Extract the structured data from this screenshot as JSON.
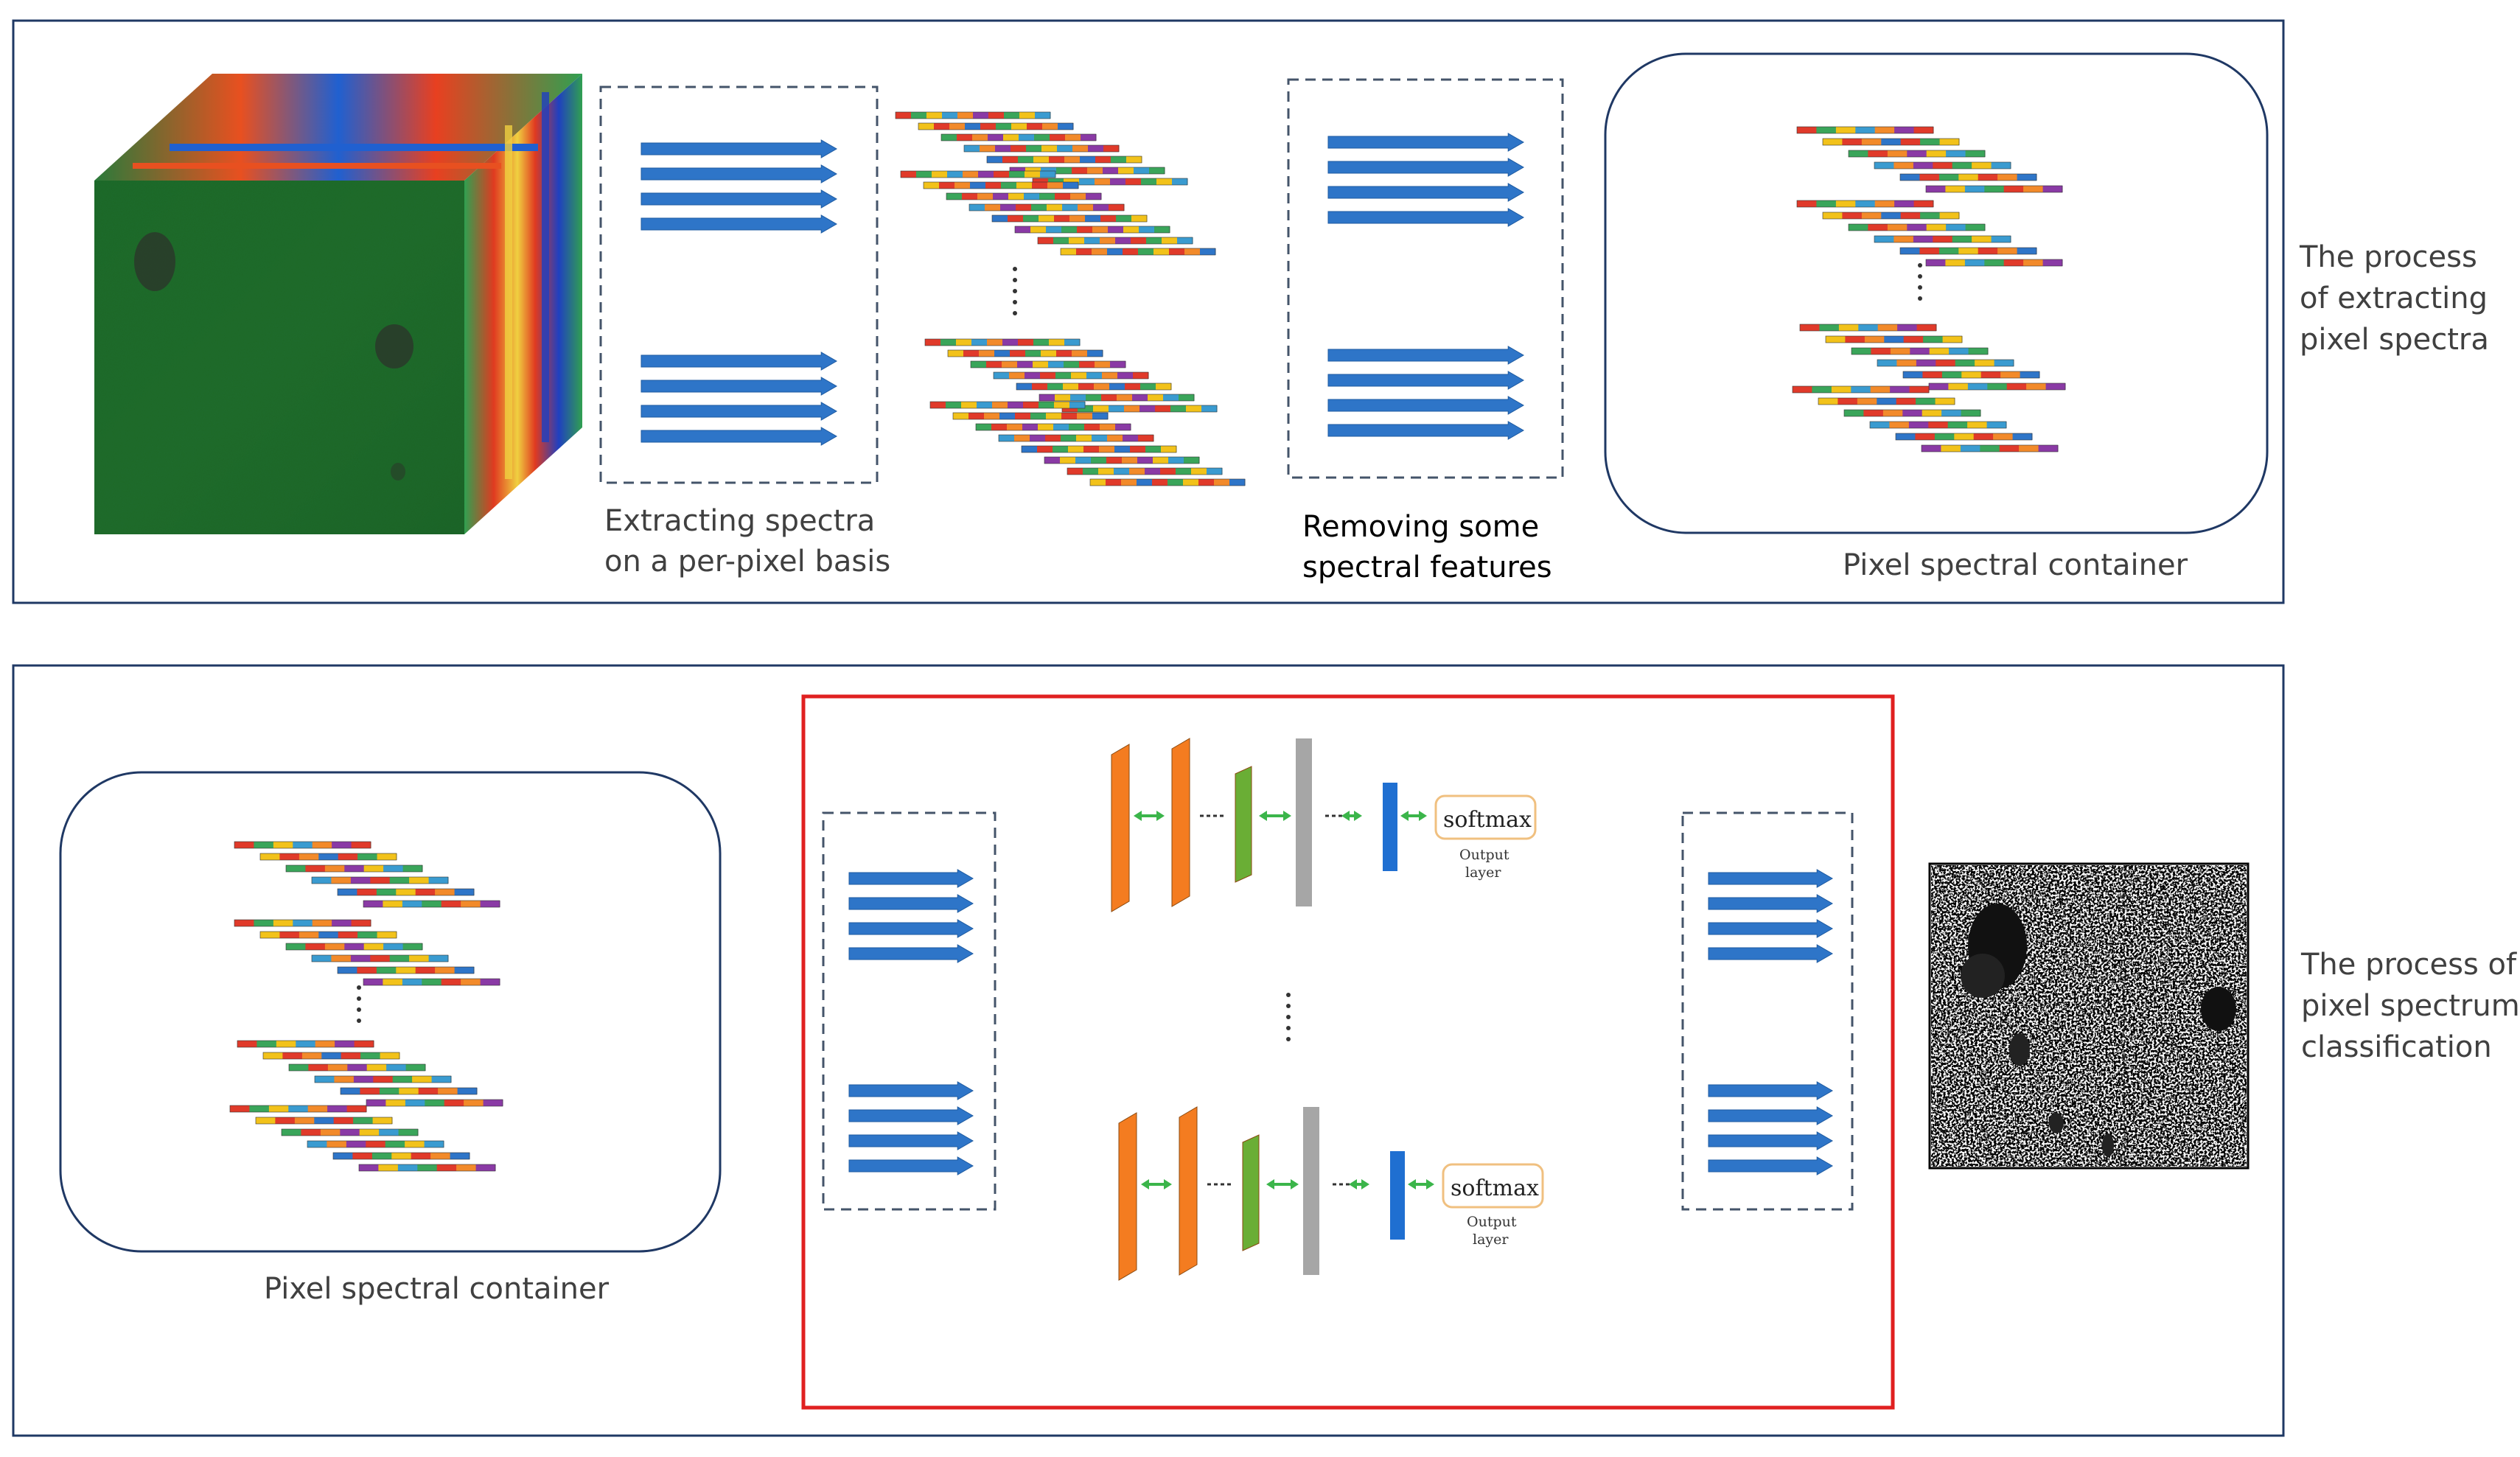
{
  "top_panel": {
    "caption_extract_line1": "Extracting spectra",
    "caption_extract_line2": "on a per-pixel basis",
    "caption_remove_line1": "Removing some",
    "caption_remove_line2": "spectral features",
    "caption_container": "Pixel spectral container",
    "side_label_line1": "The process",
    "side_label_line2": "of extracting",
    "side_label_line3": "pixel spectra"
  },
  "bottom_panel": {
    "caption_container": "Pixel spectral container",
    "softmax_label": "softmax",
    "output_label_line1": "Output",
    "output_label_line2": "layer",
    "side_label_line1": "The process of",
    "side_label_line2": "pixel spectrum",
    "side_label_line3": "classification"
  },
  "colors": {
    "arrow_blue": "#2E75C8",
    "frame_navy": "#1F3864",
    "dashed_gray": "#44546A",
    "highlight_red": "#E02020",
    "layer_orange": "#F47C20",
    "layer_green": "#6AAE35",
    "layer_gray": "#A6A6A6",
    "layer_blue": "#1F6FD1",
    "connector_green": "#3BB54A",
    "softmax_border": "#F0C080"
  },
  "icons": {
    "hyperspectral_cube": "hyperspectral-cube-image",
    "classification_map": "binary-classification-map-image"
  }
}
